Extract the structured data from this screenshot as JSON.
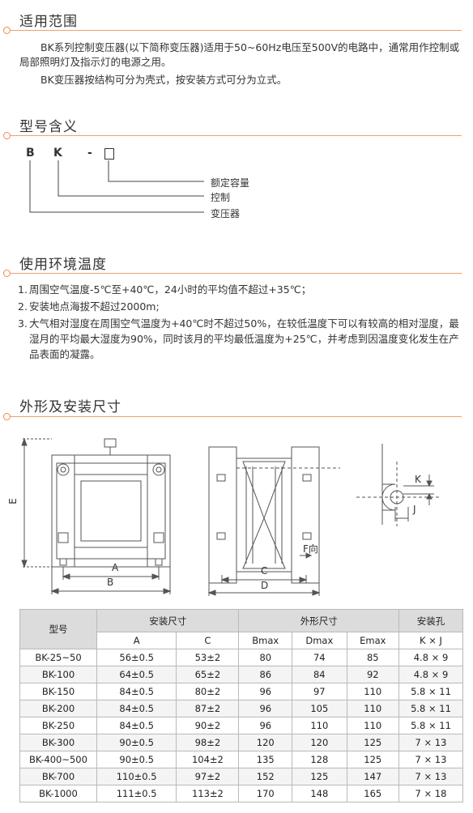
{
  "sections": {
    "scope": {
      "title": "适用范围",
      "p1": "BK系列控制变压器(以下简称变压器)适用于50~60Hz电压至500V的电路中，通常用作控制或局部照明灯及指示灯的电源之用。",
      "p2": "BK变压器按结构可分为壳式，按安装方式可分为立式。"
    },
    "model": {
      "title": "型号含义",
      "letters": [
        "B",
        "K",
        "-"
      ],
      "labels": [
        "额定容量",
        "控制",
        "变压器"
      ]
    },
    "env": {
      "title": "使用环境温度",
      "items": [
        {
          "num": "1.",
          "text": "周围空气温度-5℃至+40℃，24小时的平均值不超过+35℃；"
        },
        {
          "num": "2.",
          "text": "安装地点海拔不超过2000m;"
        },
        {
          "num": "3.",
          "text": "大气相对湿度在周围空气温度为+40℃时不超过50%，在较低温度下可以有较高的相对湿度，最湿月的平均最大湿度为90%，同时该月的平均最低温度为+25℃，并考虑到因温度变化发生在产品表面的凝露。"
        }
      ]
    },
    "dims": {
      "title": "外形及安装尺寸",
      "fig_labels": {
        "E": "E",
        "A": "A",
        "B": "B",
        "C": "C",
        "D": "D",
        "F": "F向",
        "K": "K",
        "J": "J"
      }
    }
  },
  "table": {
    "head1": {
      "model": "型号",
      "install": "安装尺寸",
      "outline": "外形尺寸",
      "hole": "安装孔"
    },
    "head2": [
      "A",
      "C",
      "Bmax",
      "Dmax",
      "Emax",
      "K × J"
    ],
    "rows": [
      [
        "BK-25~50",
        "56±0.5",
        "53±2",
        "80",
        "74",
        "85",
        "4.8 × 9"
      ],
      [
        "BK-100",
        "64±0.5",
        "65±2",
        "86",
        "84",
        "92",
        "4.8 × 9"
      ],
      [
        "BK-150",
        "84±0.5",
        "80±2",
        "96",
        "97",
        "110",
        "5.8 × 11"
      ],
      [
        "BK-200",
        "84±0.5",
        "87±2",
        "96",
        "105",
        "110",
        "5.8 × 11"
      ],
      [
        "BK-250",
        "84±0.5",
        "90±2",
        "96",
        "110",
        "110",
        "5.8 × 11"
      ],
      [
        "BK-300",
        "90±0.5",
        "98±2",
        "120",
        "120",
        "125",
        "7 × 13"
      ],
      [
        "BK-400~500",
        "90±0.5",
        "104±2",
        "135",
        "128",
        "125",
        "7 × 13"
      ],
      [
        "BK-700",
        "110±0.5",
        "97±2",
        "152",
        "125",
        "147",
        "7 × 13"
      ],
      [
        "BK-1000",
        "111±0.5",
        "113±2",
        "170",
        "148",
        "165",
        "7 × 18"
      ]
    ]
  },
  "colors": {
    "accent": "#f08a4a",
    "header_bg": "#dcdcdc"
  }
}
